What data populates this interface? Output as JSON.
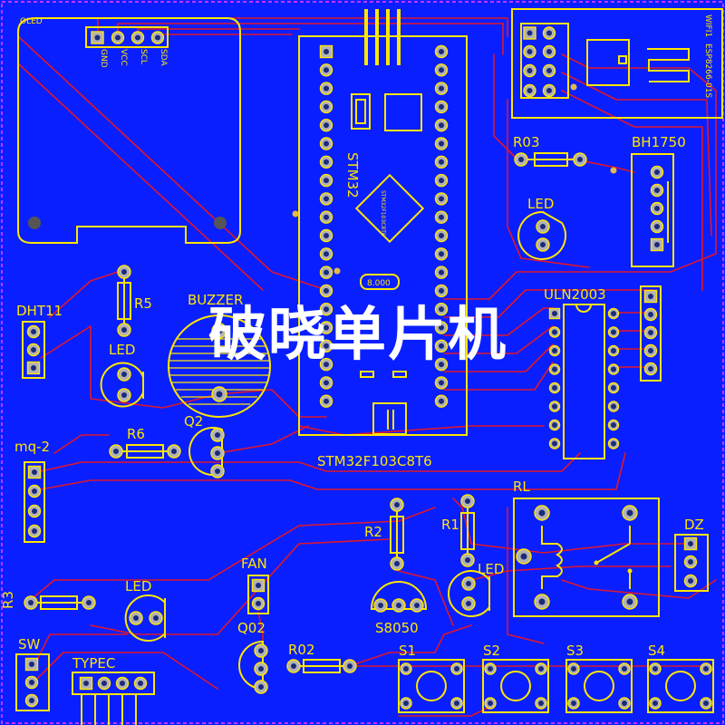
{
  "board": {
    "background": "#0a1fff",
    "trace_color": "#e0162b",
    "silk_color": "#ffe600",
    "border_color": "#ff3cff"
  },
  "watermark": "破晓单片机",
  "labels": {
    "oled": "OLED",
    "gnd": "GND",
    "vcc": "VCC",
    "scl": "SCL",
    "sda": "SDA",
    "stm32": "STM32",
    "chip_mark": "STM32F103C8T6",
    "crystal": "8.000",
    "mcu_part": "STM32F103C8T6",
    "wifi": "WIFI1",
    "esp": "ESP8266-01S",
    "r03": "R03",
    "bh1750": "BH1750",
    "led_top_right": "LED",
    "dht11": "DHT11",
    "r5": "R5",
    "buzzer": "BUZZER",
    "led_left": "LED",
    "uln2003": "ULN2003",
    "r6": "R6",
    "q2": "Q2",
    "mq2": "mq-2",
    "rl": "RL",
    "dz": "DZ",
    "r2": "R2",
    "r1": "R1",
    "led_mid": "LED",
    "r3": "R3",
    "led_bottom": "LED",
    "fan": "FAN",
    "s8050": "S8050",
    "q02": "Q02",
    "r02": "R02",
    "s1": "S1",
    "s2": "S2",
    "s3": "S3",
    "s4": "S4",
    "sw": "SW",
    "typec": "TYPEC"
  }
}
